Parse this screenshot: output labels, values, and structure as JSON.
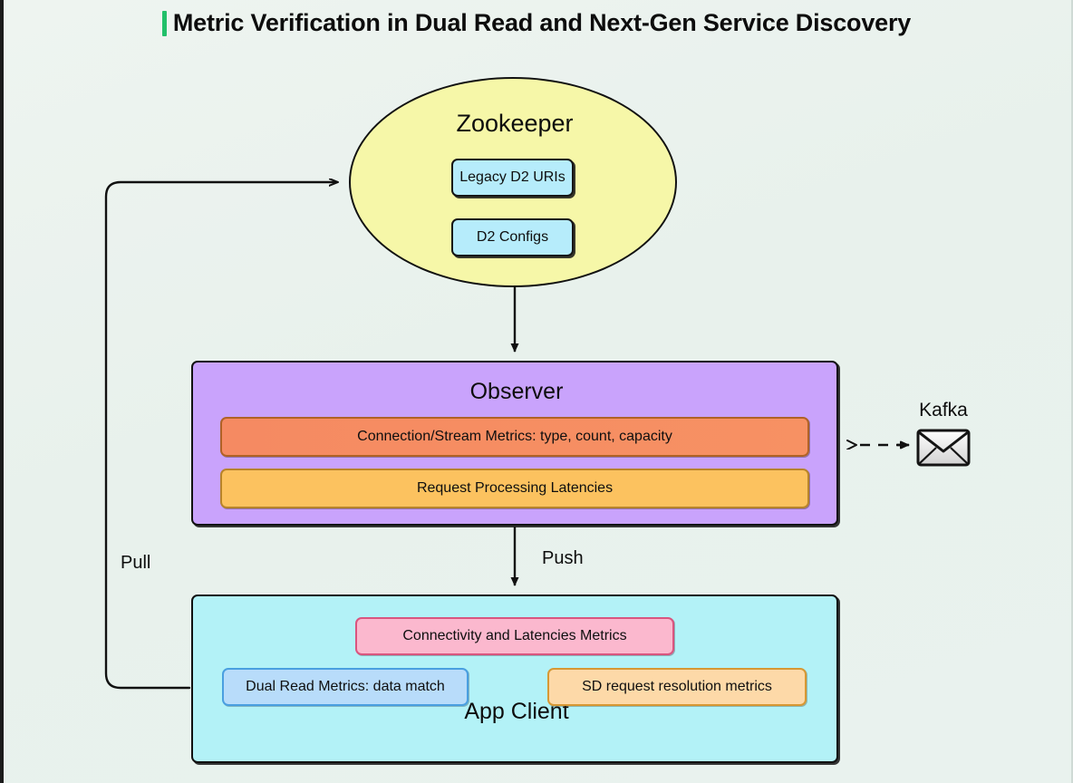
{
  "page": {
    "title": "Metric Verification in Dual Read and Next-Gen Service Discovery",
    "background_color": "#eaf2ee",
    "title_accent_color": "#22c06a"
  },
  "diagram": {
    "nodes": [
      {
        "id": "zookeeper",
        "label": "Zookeeper",
        "shape": "ellipse",
        "fill": "#f6f7a8",
        "children": [
          {
            "id": "legacy-d2-uris",
            "label": "Legacy D2 URIs",
            "fill": "#b6ecfb"
          },
          {
            "id": "d2-configs",
            "label": "D2 Configs",
            "fill": "#b6ecfb"
          }
        ]
      },
      {
        "id": "observer",
        "label": "Observer",
        "shape": "rect",
        "fill": "#c9a3fc",
        "children": [
          {
            "id": "connection-stream-metrics",
            "label": "Connection/Stream Metrics: type, count, capacity",
            "fill": "#f58a62"
          },
          {
            "id": "request-processing-latencies",
            "label": "Request Processing Latencies",
            "fill": "#fcc25f"
          }
        ]
      },
      {
        "id": "app-client",
        "label": "App Client",
        "shape": "rect",
        "fill": "#b3f2f7",
        "children": [
          {
            "id": "connectivity-and-latencies-metrics",
            "label": "Connectivity and Latencies Metrics",
            "fill": "#fbb8ce"
          },
          {
            "id": "dual-read-metrics",
            "label": "Dual Read Metrics: data match",
            "fill": "#b8dcfa"
          },
          {
            "id": "sd-request-resolution-metrics",
            "label": "SD request resolution metrics",
            "fill": "#fdd9a8"
          }
        ]
      },
      {
        "id": "kafka",
        "label": "Kafka",
        "shape": "envelope-icon",
        "icon": "envelope-icon"
      }
    ],
    "edges": [
      {
        "id": "zookeeper-to-observer",
        "from": "zookeeper",
        "to": "observer",
        "label": "",
        "style": "solid"
      },
      {
        "id": "observer-to-app-client",
        "from": "observer",
        "to": "app-client",
        "label": "Push",
        "style": "solid"
      },
      {
        "id": "app-client-to-zookeeper",
        "from": "app-client",
        "to": "zookeeper",
        "label": "Pull",
        "style": "solid"
      },
      {
        "id": "observer-kafka",
        "from": "kafka",
        "to": "observer",
        "label": "",
        "style": "dashed-bidirectional"
      }
    ]
  }
}
